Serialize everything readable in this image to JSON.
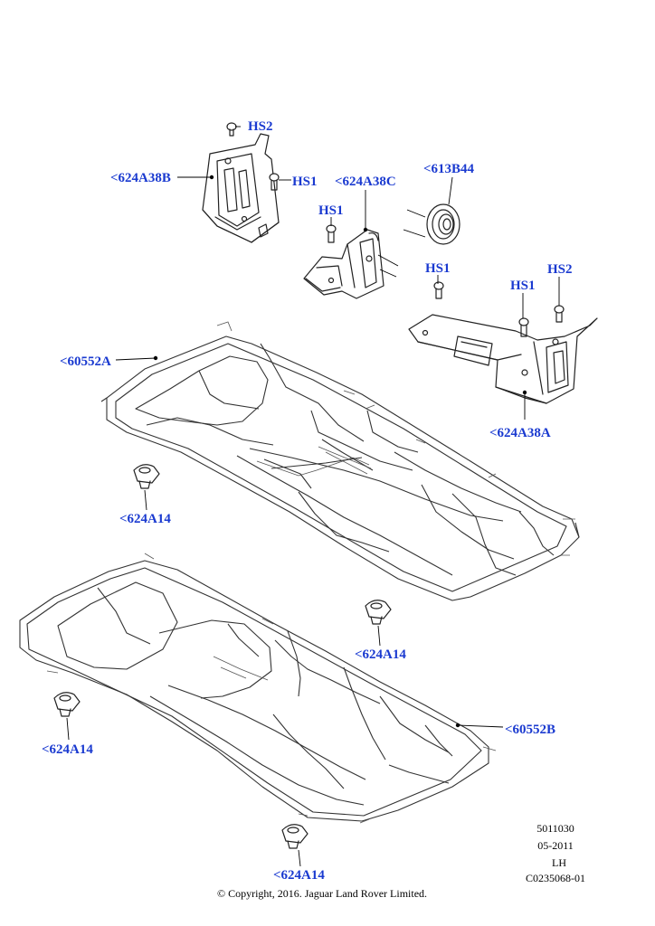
{
  "callouts": {
    "hs2_top": "HS2",
    "bracket_b": "<624A38B",
    "hs1_top": "HS1",
    "bracket_c": "<624A38C",
    "pulley": "<613B44",
    "hs1_mid": "HS1",
    "hs1_right": "HS1",
    "hs2_right": "HS2",
    "hs1_far": "HS1",
    "frame_a": "<60552A",
    "bracket_a": "<624A38A",
    "clip_1": "<624A14",
    "clip_2": "<624A14",
    "frame_b": "<60552B",
    "clip_3": "<624A14",
    "clip_4": "<624A14"
  },
  "info_block": {
    "line1": "5011030",
    "line2": "05-2011",
    "line3": "LH",
    "line4": "C0235068-01"
  },
  "copyright": "© Copyright, 2016. Jaguar Land Rover Limited.",
  "colors": {
    "callout_text": "#1a3ad0",
    "line_art": "#222222",
    "background": "#ffffff"
  }
}
